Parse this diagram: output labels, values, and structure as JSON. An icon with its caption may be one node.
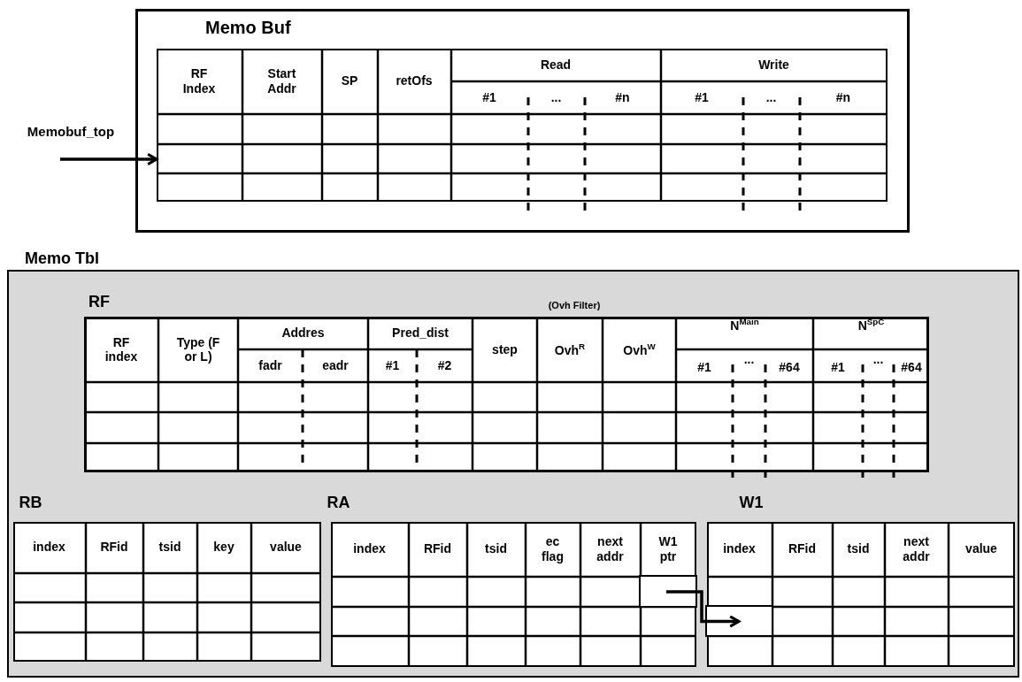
{
  "diagram": {
    "nodes": [
      {
        "text": [
          "Memo Buf"
        ]
      },
      {
        "text": [
          "RF Index",
          "Start Addr",
          "SP",
          "retOfs",
          "Read",
          "#1",
          "...",
          "#n",
          "Write",
          "#1",
          "...",
          "#n"
        ],
        "in": 0
      },
      {
        "text": [
          "Memo Tbl"
        ]
      },
      {
        "text": [
          "RF",
          "(Ovh Filter)",
          "RF index",
          "Type (F or L)",
          "Addres",
          "fadr",
          "eadr",
          "Pred_dist",
          "#1",
          "#2",
          "step",
          "Ovh$^{R}$",
          "Ovh$^{W}$",
          "N$^{Main}$",
          "#1",
          "...",
          "#64",
          "N$^{SpC}$",
          "#1",
          "...",
          "#64"
        ],
        "in": 2
      },
      {
        "text": [
          "RB",
          "index",
          "RFid",
          "tsid",
          "key",
          "value"
        ],
        "in": 2
      },
      {
        "text": [
          "RA",
          "index",
          "RFid",
          "tsid",
          "ec flag",
          "next addr",
          "W1 ptr"
        ],
        "in": 2
      },
      {
        "text": [],
        "shape": "box",
        "in": 5
      },
      {
        "text": [
          "W1",
          "index",
          "RFid",
          "tsid",
          "next addr",
          "value"
        ],
        "in": 2
      },
      {
        "text": [],
        "shape": "box",
        "in": 7
      }
    ],
    "edges": [
      {
        "from": null,
        "to": 1,
        "arrow": "to",
        "label": "Memobuf_top"
      },
      {
        "from": 6,
        "to": 8,
        "arrow": "to"
      }
    ]
  }
}
